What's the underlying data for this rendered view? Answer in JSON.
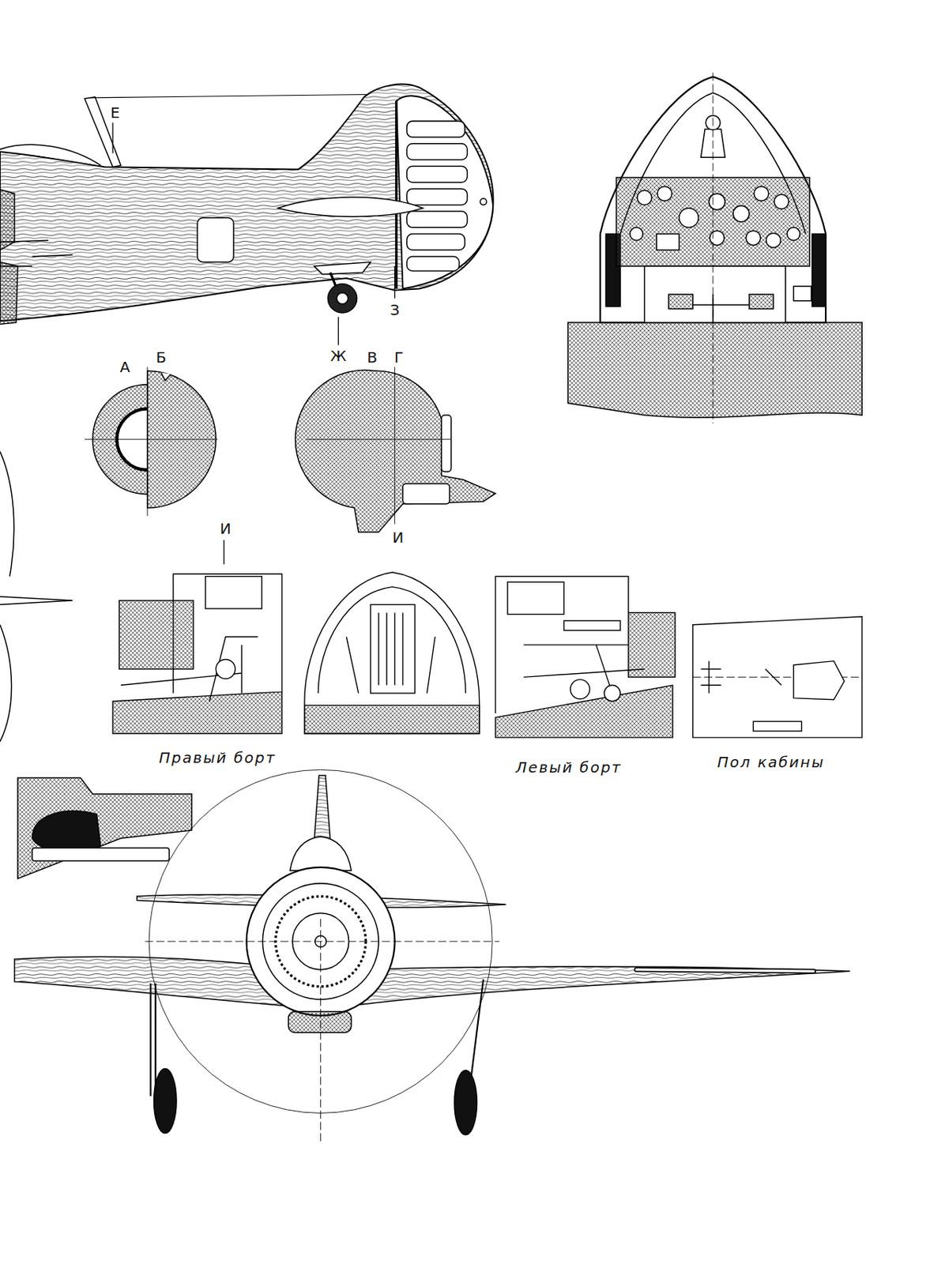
{
  "diagram": {
    "labels": [
      "Е",
      "З",
      "Ж",
      "А",
      "Б",
      "В",
      "Г",
      "И",
      "И",
      "Правый борт",
      "Левый борт",
      "Пол кабины"
    ]
  }
}
